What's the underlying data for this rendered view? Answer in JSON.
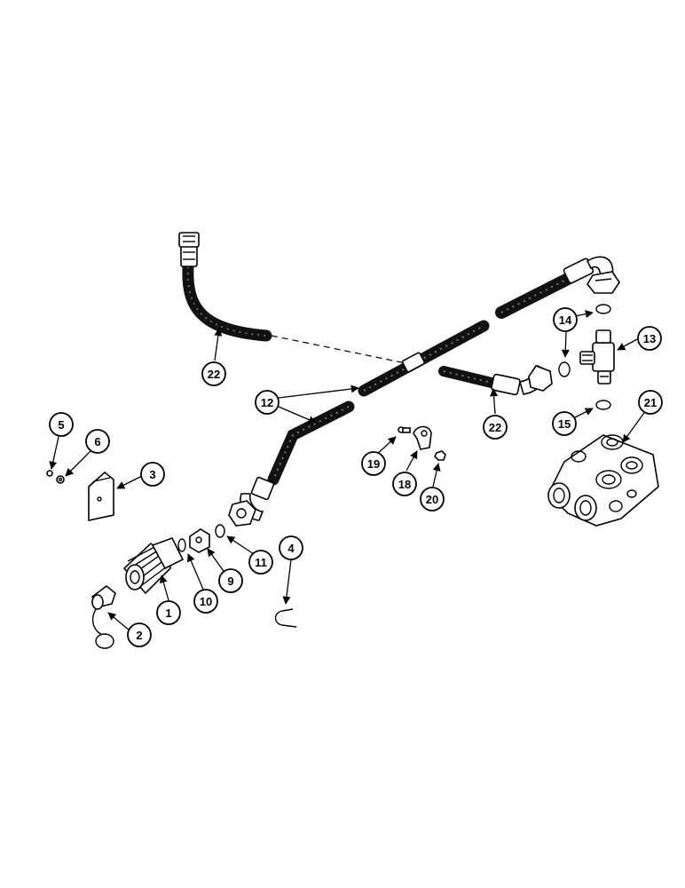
{
  "callouts": [
    {
      "id": "c1",
      "label": "1"
    },
    {
      "id": "c2",
      "label": "2"
    },
    {
      "id": "c3",
      "label": "3"
    },
    {
      "id": "c4",
      "label": "4"
    },
    {
      "id": "c5",
      "label": "5"
    },
    {
      "id": "c6",
      "label": "6"
    },
    {
      "id": "c9",
      "label": "9"
    },
    {
      "id": "c10",
      "label": "10"
    },
    {
      "id": "c11",
      "label": "11"
    },
    {
      "id": "c12",
      "label": "12"
    },
    {
      "id": "c13",
      "label": "13"
    },
    {
      "id": "c14",
      "label": "14"
    },
    {
      "id": "c15",
      "label": "15"
    },
    {
      "id": "c18",
      "label": "18"
    },
    {
      "id": "c19",
      "label": "19"
    },
    {
      "id": "c20",
      "label": "20"
    },
    {
      "id": "c21",
      "label": "21"
    },
    {
      "id": "c22a",
      "label": "22"
    },
    {
      "id": "c22b",
      "label": "22"
    }
  ]
}
